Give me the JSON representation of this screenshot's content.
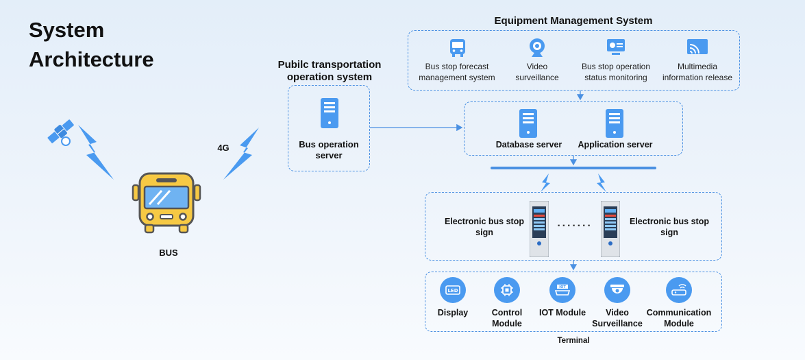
{
  "page_title": "System Architecture",
  "bus": {
    "label": "BUS",
    "link_label": "4G"
  },
  "public_transport": {
    "heading": "Pubilc transportation operation system",
    "server_label": "Bus operation server"
  },
  "equipment": {
    "heading": "Equipment Management System",
    "items": [
      {
        "label": "Bus stop forecast management system",
        "icon": "bus-icon"
      },
      {
        "label": "Video surveillance",
        "icon": "webcam-icon"
      },
      {
        "label": "Bus stop operation status monitoring",
        "icon": "monitoring-icon"
      },
      {
        "label": "Multimedia information release",
        "icon": "cast-screen-icon"
      }
    ]
  },
  "servers": {
    "database": "Database server",
    "application": "Application server"
  },
  "signs": {
    "left_label": "Electronic bus stop sign",
    "right_label": "Electronic bus stop sign"
  },
  "terminal": {
    "caption": "Terminal",
    "modules": [
      {
        "label": "Display",
        "icon": "led-display-icon"
      },
      {
        "label": "Control Module",
        "icon": "chip-icon"
      },
      {
        "label": "IOT Module",
        "icon": "iot-module-icon"
      },
      {
        "label": "Video Surveillance",
        "icon": "dome-camera-icon"
      },
      {
        "label": "Communication Module",
        "icon": "router-icon"
      }
    ]
  },
  "colors": {
    "accent": "#4a9af0",
    "line": "#4a90e2",
    "bus_yellow": "#f6c944"
  }
}
